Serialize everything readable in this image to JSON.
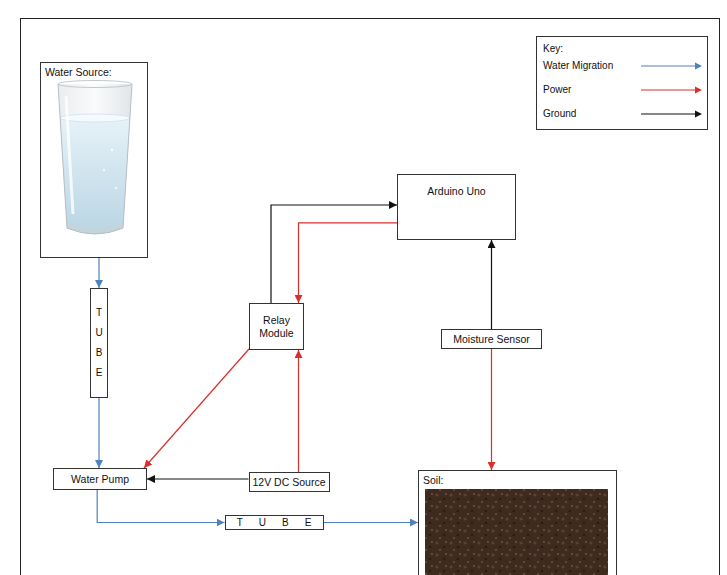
{
  "diagram": {
    "nodes": [
      {
        "text": [
          "Water Source:"
        ]
      },
      {
        "text": [
          "TUBE"
        ]
      },
      {
        "text": [
          "Arduino Uno"
        ]
      },
      {
        "text": [
          "Relay Module"
        ]
      },
      {
        "text": [
          "Moisture Sensor"
        ]
      },
      {
        "text": [
          "Water Pump"
        ]
      },
      {
        "text": [
          "12V DC Source"
        ]
      },
      {
        "text": [
          "TUBE"
        ]
      },
      {
        "text": [
          "Soil:"
        ]
      }
    ],
    "edges": [
      {
        "from": 0,
        "to": 1,
        "arrow": "to"
      },
      {
        "from": 1,
        "to": 5,
        "arrow": "to"
      },
      {
        "from": 5,
        "to": 7,
        "arrow": "to"
      },
      {
        "from": 7,
        "to": 8,
        "arrow": "to"
      },
      {
        "from": 3,
        "to": 5,
        "arrow": "to"
      },
      {
        "from": 6,
        "to": 3,
        "arrow": "to"
      },
      {
        "from": 6,
        "to": 5,
        "arrow": "to"
      },
      {
        "from": 3,
        "to": 2,
        "arrow": "to"
      },
      {
        "from": 2,
        "to": 3,
        "arrow": "to"
      },
      {
        "from": 4,
        "to": 2,
        "arrow": "to"
      },
      {
        "from": 4,
        "to": 8,
        "arrow": "to"
      }
    ],
    "labels": [
      "Key:"
    ],
    "legend": [
      {
        "text": "Water Migration"
      },
      {
        "text": "Power"
      },
      {
        "text": "Ground"
      }
    ]
  }
}
